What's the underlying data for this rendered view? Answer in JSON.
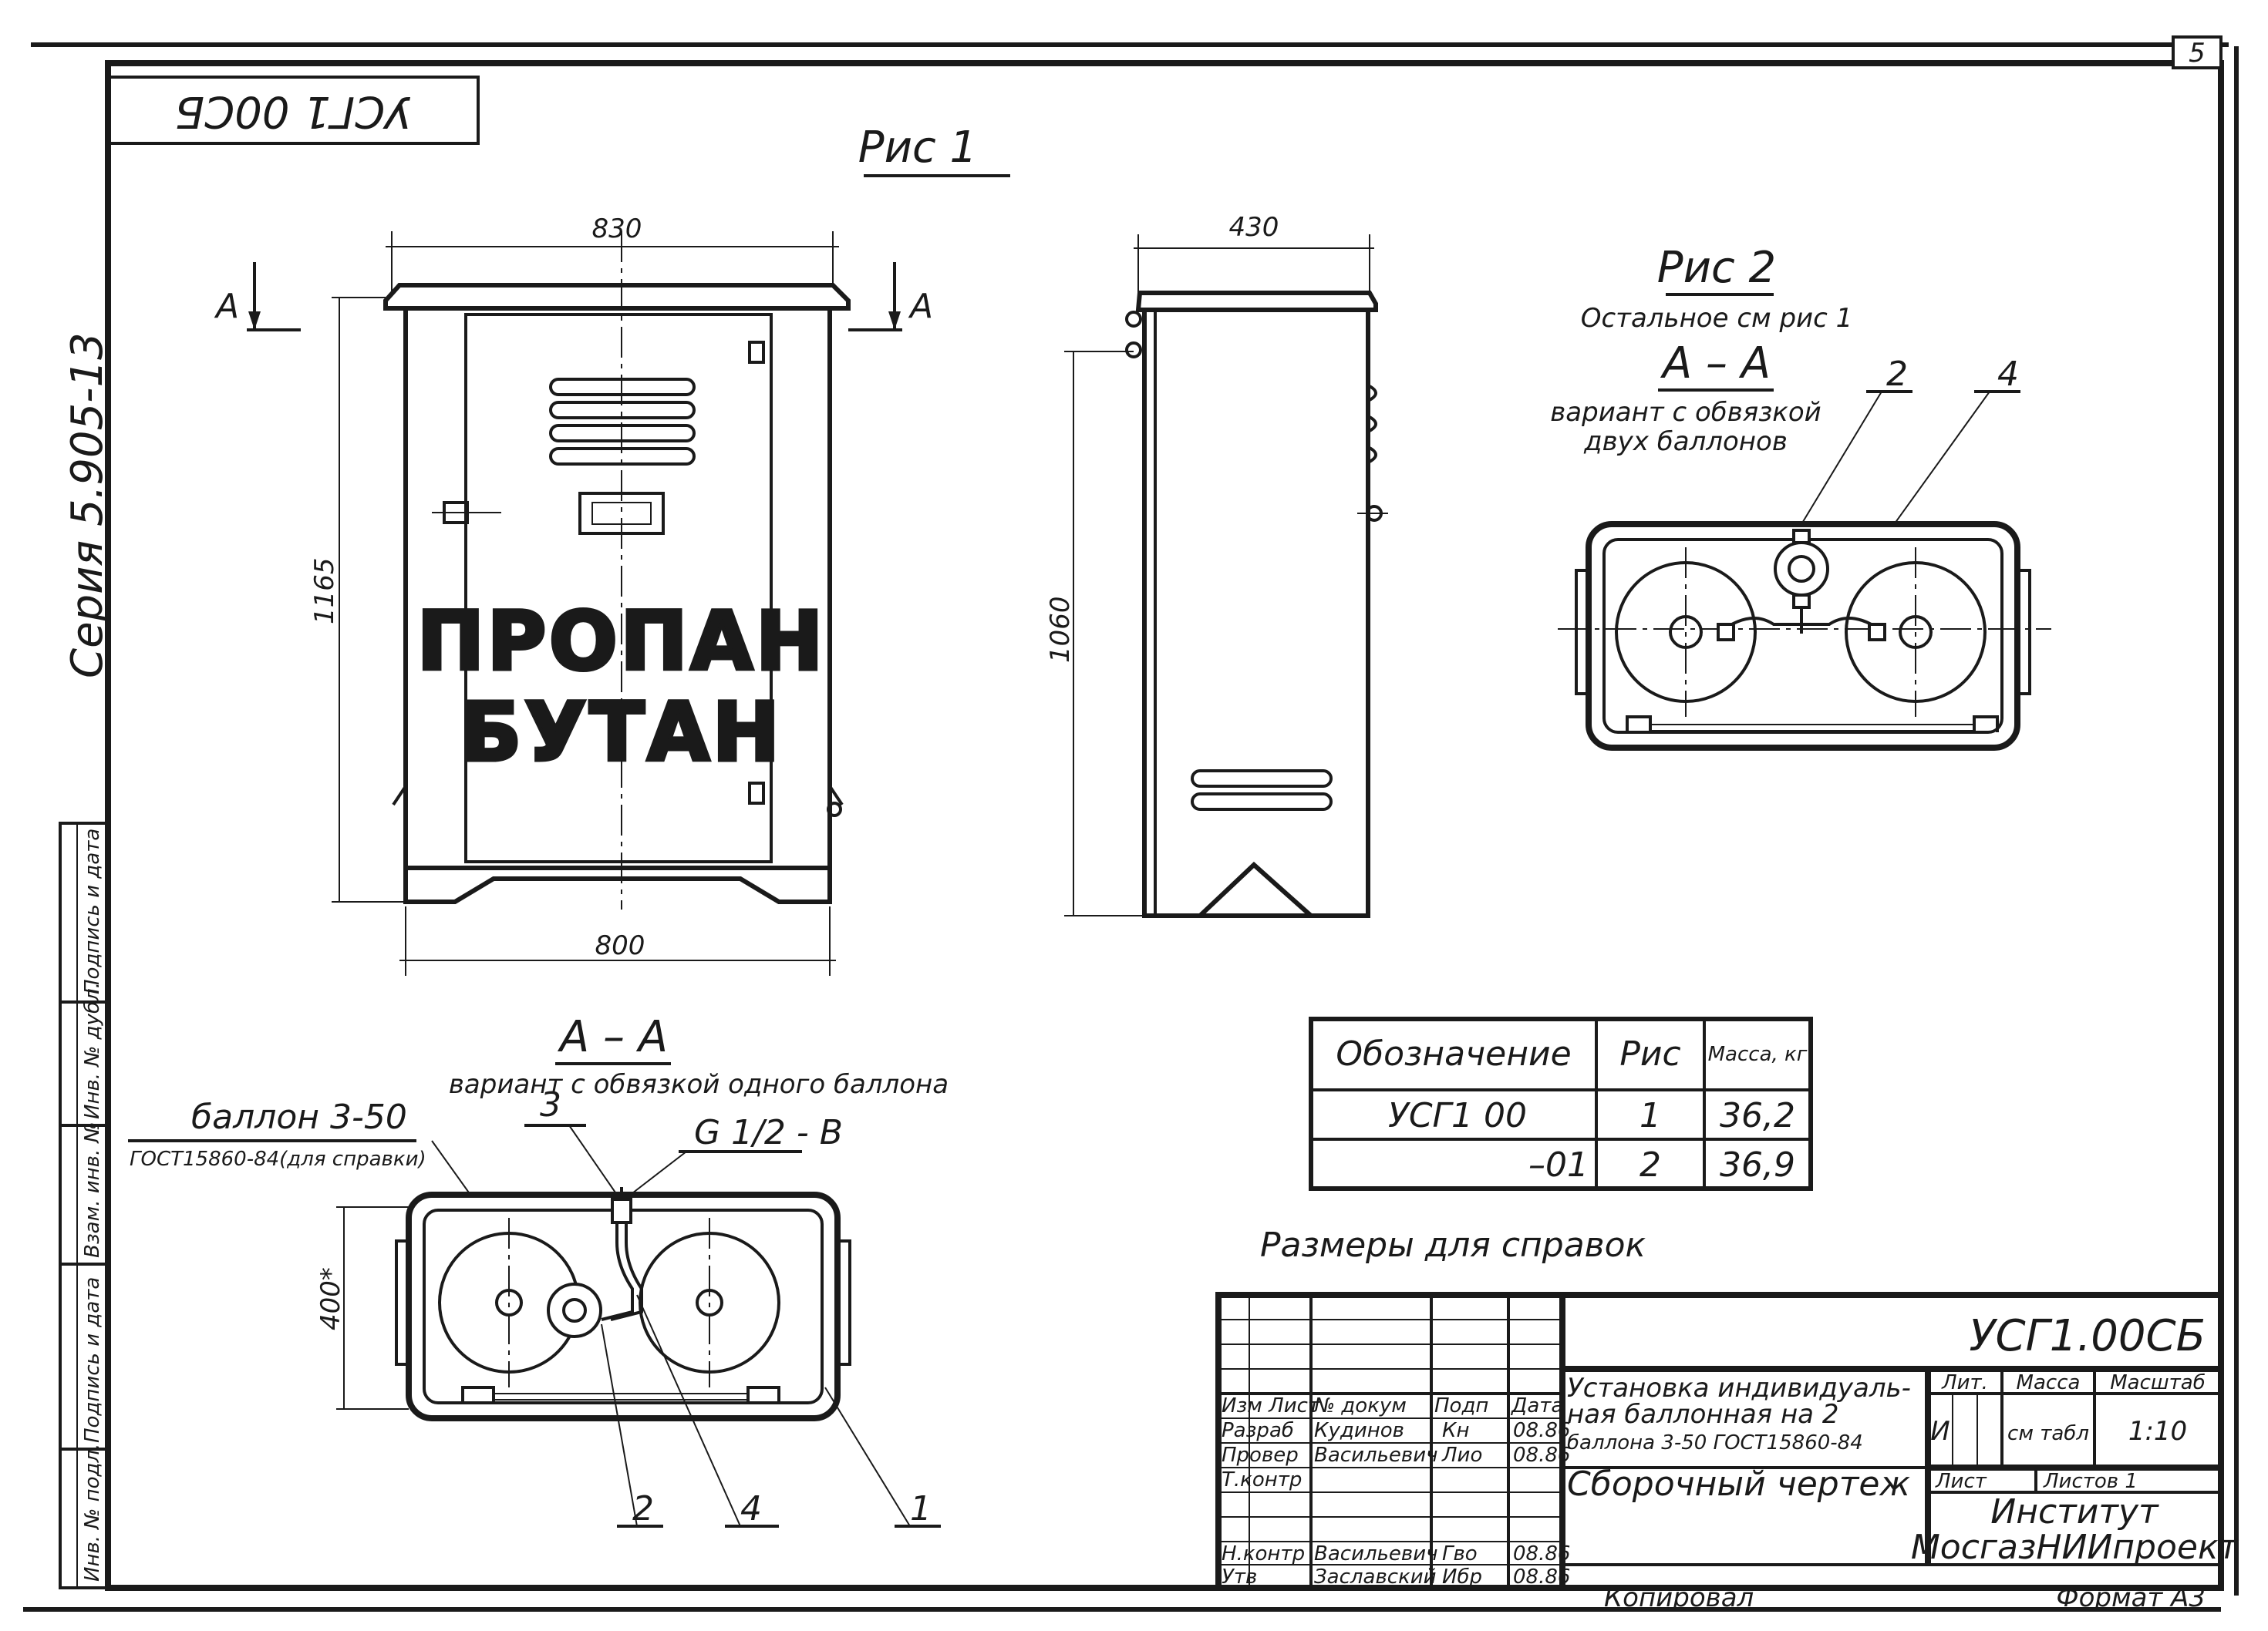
{
  "header": {
    "sheet_number": "5",
    "top_left_stamp": "УСГ1 00СБ",
    "series": "Серия 5.905-13"
  },
  "fig1": {
    "title": "Рис 1",
    "dim_width_top": "830",
    "dim_width_bottom": "800",
    "dim_height": "1165",
    "section_marker": "А",
    "door_text_line1": "ПРОПАН",
    "door_text_line2": "БУТАН"
  },
  "side_view": {
    "dim_depth": "430",
    "dim_height": "1060"
  },
  "fig2": {
    "title": "Рис 2",
    "subtitle": "Остальное см рис 1",
    "section_title": "А – А",
    "caption_line1": "вариант с обвязкой",
    "caption_line2": "двух баллонов",
    "callout_2": "2",
    "callout_4": "4"
  },
  "section_aa": {
    "title": "А – А",
    "caption": "вариант с обвязкой одного баллона",
    "cylinder_label": "баллон 3-50",
    "cylinder_gost": "ГОСТ15860-84(для справки)",
    "callout_3": "3",
    "thread_label": "G 1/2 - B",
    "dim_depth": "400*",
    "callout_1": "1",
    "callout_2": "2",
    "callout_4": "4"
  },
  "table": {
    "headers": [
      "Обозначение",
      "Рис",
      "Масса, кг"
    ],
    "rows": [
      [
        "УСГ1 00",
        "1",
        "36,2"
      ],
      [
        "–01",
        "2",
        "36,9"
      ]
    ]
  },
  "note": "Размеры для справок",
  "left_strip": [
    "Подпись и дата",
    "Инв. № дубл.",
    "Взам. инв. №",
    "Подпись и дата",
    "Инв. № подл."
  ],
  "title_block": {
    "designation": "УСГ1.00СБ",
    "name_line1": "Установка индивидуаль-",
    "name_line2": "ная баллонная на 2",
    "name_line3": "баллона 3-50 ГОСТ15860-84",
    "doc_type": "Сборочный чертеж",
    "col_lit": "Лит.",
    "col_mass": "Масса",
    "col_scale": "Масштаб",
    "lit_value": "И",
    "mass_value": "см табл",
    "scale_value": "1:10",
    "sheet_label": "Лист",
    "sheets_label": "Листов 1",
    "org_line1": "Институт",
    "org_line2": "МосгазНИИпроект",
    "roles": [
      {
        "role": "Изм Лист",
        "name": "№ докум",
        "sign": "Подп",
        "date": "Дата"
      },
      {
        "role": "Разраб",
        "name": "Кудинов",
        "sign": "Кн",
        "date": "08.86"
      },
      {
        "role": "Провер",
        "name": "Васильевич",
        "sign": "Лио",
        "date": "08.86"
      },
      {
        "role": "Т.контр",
        "name": "",
        "sign": "",
        "date": ""
      },
      {
        "role": "Н.контр",
        "name": "Васильевич",
        "sign": "Гво",
        "date": "08.86"
      },
      {
        "role": "Утв",
        "name": "Заславский",
        "sign": "Ибр",
        "date": "08.86"
      }
    ],
    "copied_by": "Копировал",
    "format": "Формат А3"
  }
}
